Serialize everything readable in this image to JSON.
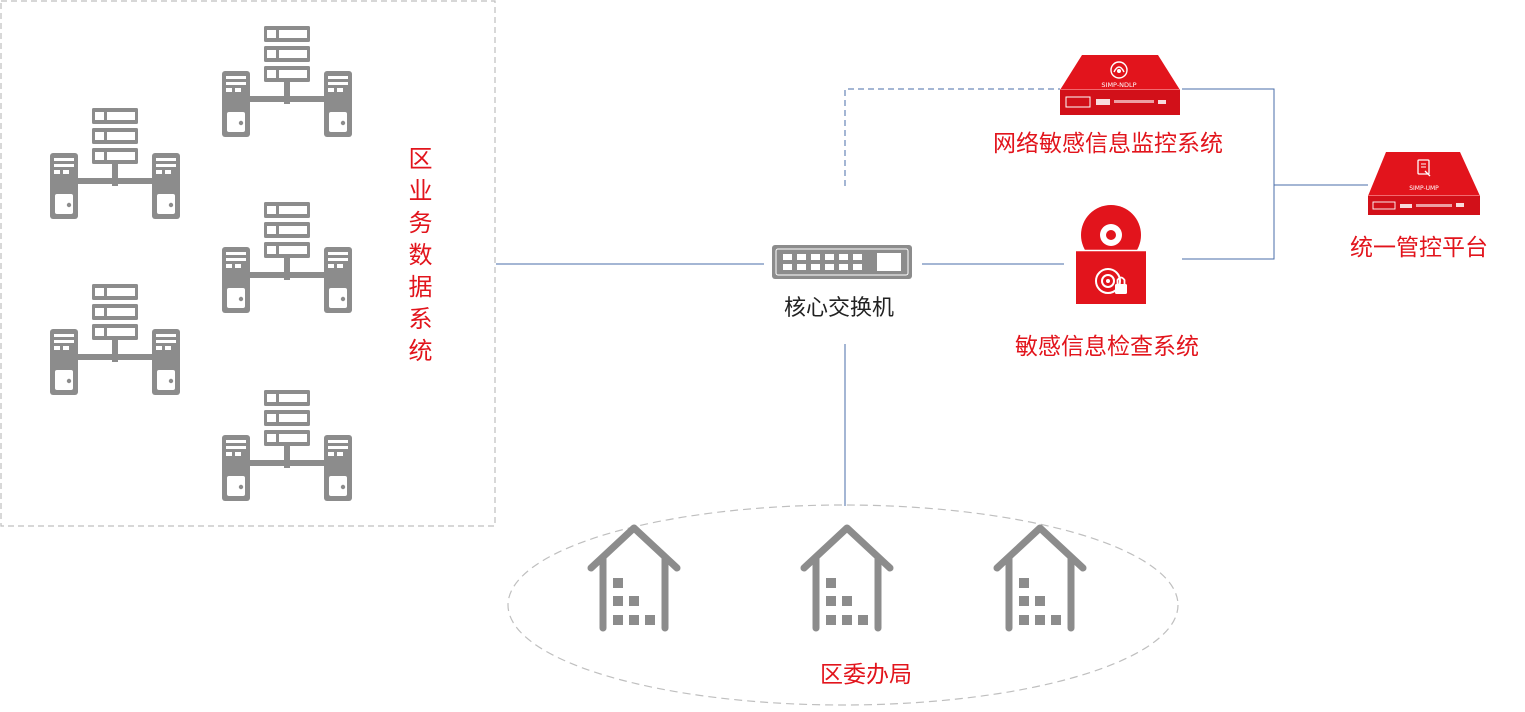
{
  "labels": {
    "business_system": "区业务数据系统",
    "core_switch": "核心交换机",
    "network_monitor": "网络敏感信息监控系统",
    "inspection_system": "敏感信息检查系统",
    "management_platform": "统一管控平台",
    "offices": "区委办局"
  },
  "devices": {
    "monitor_model": "SIMP-NDLP",
    "platform_model": "SIMP-UMP"
  },
  "colors": {
    "accent": "#e2141c",
    "icon_gray": "#8c8c8c",
    "line_blue": "#4a6ea8",
    "dash_gray": "#bfbfbf"
  }
}
